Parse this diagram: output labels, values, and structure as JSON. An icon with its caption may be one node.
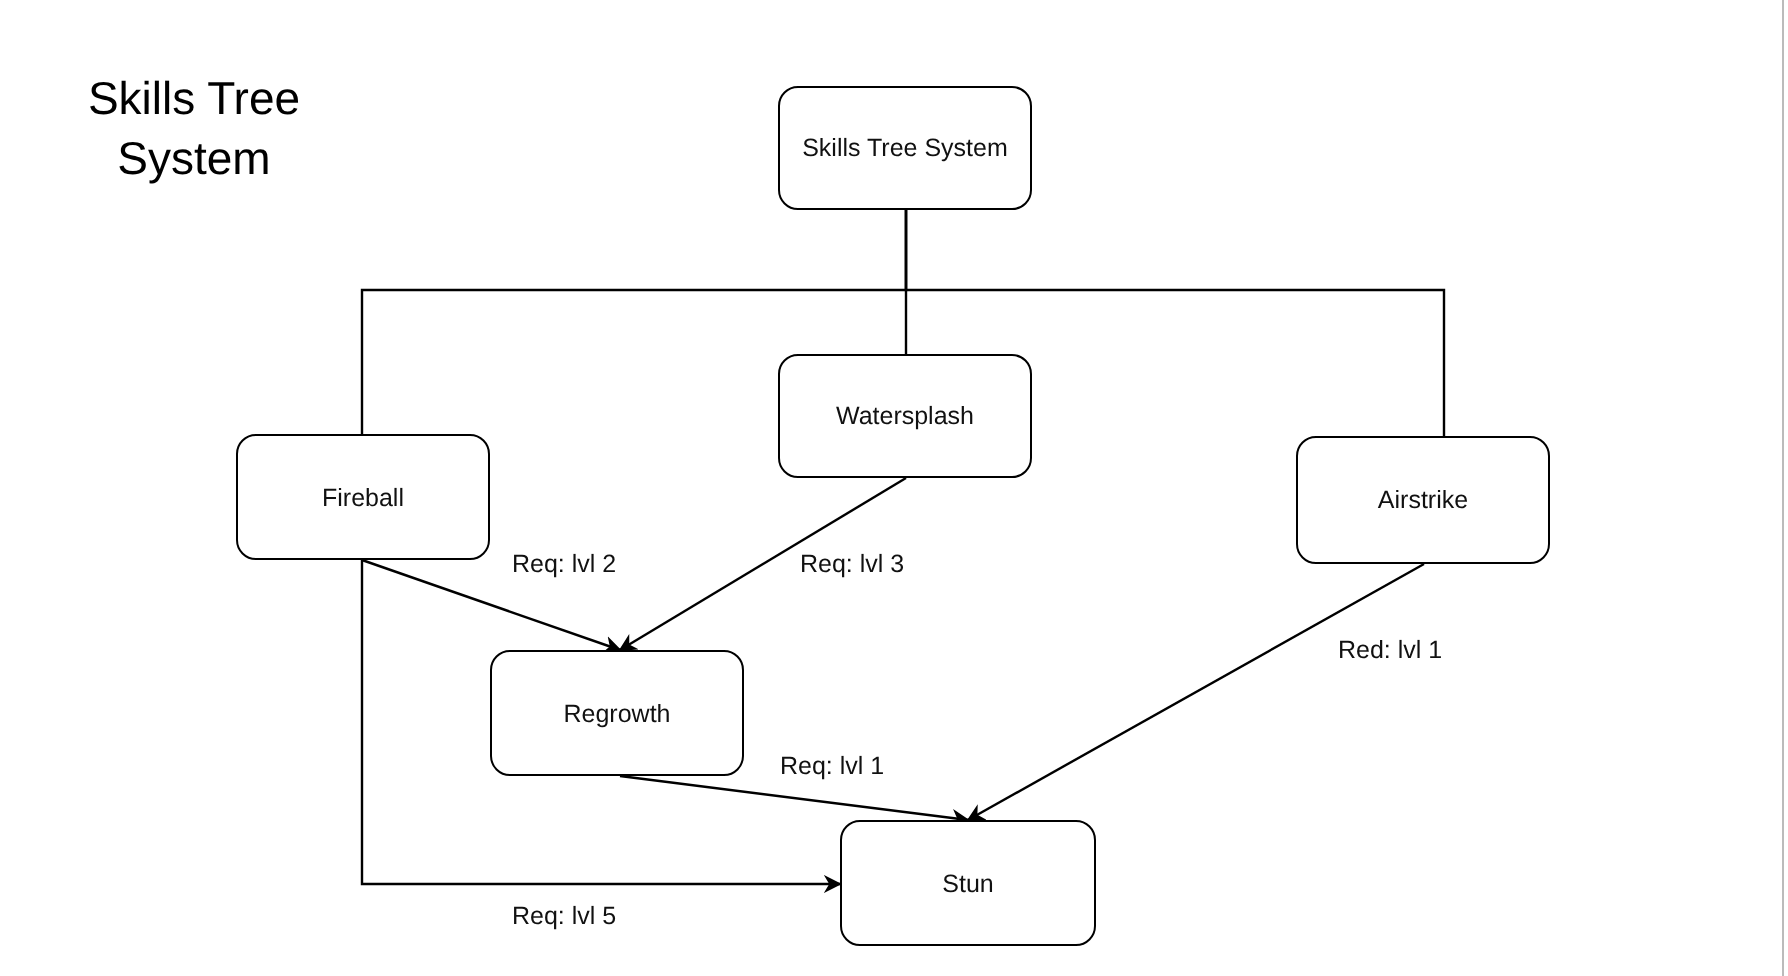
{
  "diagram": {
    "title": "Skills Tree System",
    "nodes": [
      {
        "text": [
          "Skills Tree System"
        ]
      },
      {
        "text": [
          "Fireball"
        ]
      },
      {
        "text": [
          "Watersplash"
        ]
      },
      {
        "text": [
          "Airstrike"
        ]
      },
      {
        "text": [
          "Regrowth"
        ]
      },
      {
        "text": [
          "Stun"
        ]
      }
    ],
    "edges": [
      {
        "from": 0,
        "to": 1,
        "arrow": "none"
      },
      {
        "from": 0,
        "to": 2,
        "arrow": "none"
      },
      {
        "from": 0,
        "to": 3,
        "arrow": "none"
      },
      {
        "from": 1,
        "to": 4,
        "arrow": "to",
        "label": "Req: lvl 2"
      },
      {
        "from": 2,
        "to": 4,
        "arrow": "to",
        "label": "Req: lvl 3"
      },
      {
        "from": 4,
        "to": 5,
        "arrow": "to",
        "label": "Req: lvl 1"
      },
      {
        "from": 3,
        "to": 5,
        "arrow": "to",
        "label": "Red: lvl 1"
      },
      {
        "from": 1,
        "to": 5,
        "arrow": "to",
        "label": "Req: lvl 5"
      }
    ]
  }
}
